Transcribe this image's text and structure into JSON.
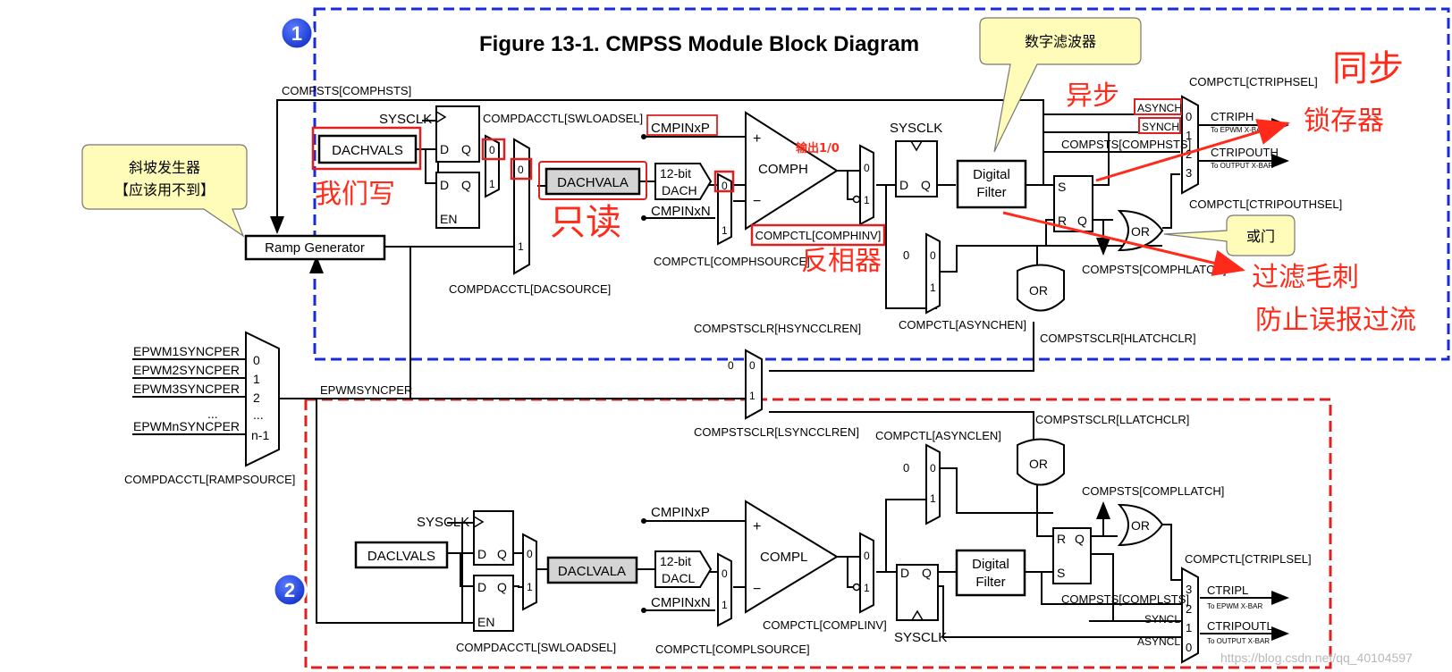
{
  "title": "Figure 13-1. CMPSS Module Block Diagram",
  "badges": {
    "b1": "1",
    "b2": "2"
  },
  "callouts": {
    "digital_filter": "数字滤波器",
    "ramp": {
      "line1": "斜坡发生器",
      "line2": "【应该用不到】"
    },
    "or_gate": "或门"
  },
  "annotations": {
    "we_write": "我们写",
    "read_only": "只读",
    "output_10": "输出1/0",
    "inverter": "反相器",
    "async": "异步",
    "sync": "同步",
    "latch": "锁存器",
    "filter_glitch": "过滤毛刺",
    "prevent_false": "防止误报过流"
  },
  "signals": {
    "compsts_comphsts_top": "COMPSTS[COMPHSTS]",
    "sysclk": "SYSCLK",
    "dacvals": "DACHVALS",
    "dachvala": "DACHVALA",
    "compdacctl_swloadsel": "COMPDACCTL[SWLOADSEL]",
    "compdacctl_dacsource": "COMPDACCTL[DACSOURCE]",
    "cmpinxp": "CMPINxP",
    "cmpinxn": "CMPINxN",
    "dach": [
      "12-bit",
      "DACH"
    ],
    "comph": "COMPH",
    "compctl_comphsource": "COMPCTL[COMPHSOURCE]",
    "compctl_comphinv": "COMPCTL[COMPHINV]",
    "compctl_asynchen": "COMPCTL[ASYNCHEN]",
    "digital_filter": [
      "Digital",
      "Filter"
    ],
    "asynch": "ASYNCH",
    "synch": "SYNCH",
    "compsts_comphsts": "COMPSTS[COMPHSTS]",
    "compctl_ctriphsel": "COMPCTL[CTRIPHSEL]",
    "compctl_ctripouthsel": "COMPCTL[CTRIPOUTHSEL]",
    "ctriph": "CTRIPH",
    "to_epwm": "To EPWM X-BAR",
    "ctripouth": "CTRIPOUTH",
    "to_output": "To OUTPUT X-BAR",
    "compsts_comphlatch": "COMPSTS[COMPHLATCH]",
    "compstsclr_hlatchclr": "COMPSTSCLR[HLATCHCLR]",
    "compstsclr_hsynccplren": "COMPSTSCLR[HSYNCCLREN]",
    "compstsclr_lsynccplren": "COMPSTSCLR[LSYNCCLREN]",
    "ramp_generator": "Ramp Generator",
    "epwm1": "EPWM1SYNCPER",
    "epwm2": "EPWM2SYNCPER",
    "epwm3": "EPWM3SYNCPER",
    "epwm_dots": "...",
    "epwmn": "EPWMnSYNCPER",
    "epwmsyncper": "EPWMSYNCPER",
    "compdacctl_rampsource": "COMPDACCTL[RAMPSOURCE]",
    "mux_in": [
      "0",
      "1",
      "2",
      "...",
      "n-1"
    ],
    "compstsclr_llatchclr": "COMPSTSCLR[LLATCHCLR]",
    "compctl_asynclen": "COMPCTL[ASYNCLEN]",
    "compsts_compllatch": "COMPSTS[COMPLLATCH]",
    "daclvals": "DACLVALS",
    "daclvala": "DACLVALA",
    "dacl": [
      "12-bit",
      "DACL"
    ],
    "compl": "COMPL",
    "compctl_complinv": "COMPCTL[COMPLINV]",
    "compctl_complsource": "COMPCTL[COMPLSOURCE]",
    "compdacctl_swloadsel_low": "COMPDACCTL[SWLOADSEL]",
    "compctl_ctriplsel": "COMPCTL[CTRIPLSEL]",
    "ctripl": "CTRIPL",
    "ctripoutl": "CTRIPOUTL",
    "compsts_complsts": "COMPSTS[COMPLSTS]",
    "syncl": "SYNCL",
    "asyncl": "ASYNCL",
    "or": "OR",
    "en": "EN",
    "d": "D",
    "q": "Q",
    "s": "S",
    "r": "R",
    "plus": "+",
    "minus": "−",
    "zero": "0",
    "one": "1",
    "two": "2",
    "three": "3"
  },
  "watermark": "https://blog.csdn.net/qq_40104597",
  "colors": {
    "blue_box": "#1a2ad6",
    "red_box": "#e02020",
    "annot_red": "#ff2a1a",
    "callout_fill": "#fffbb8",
    "badge_blue": "#1838d8"
  }
}
